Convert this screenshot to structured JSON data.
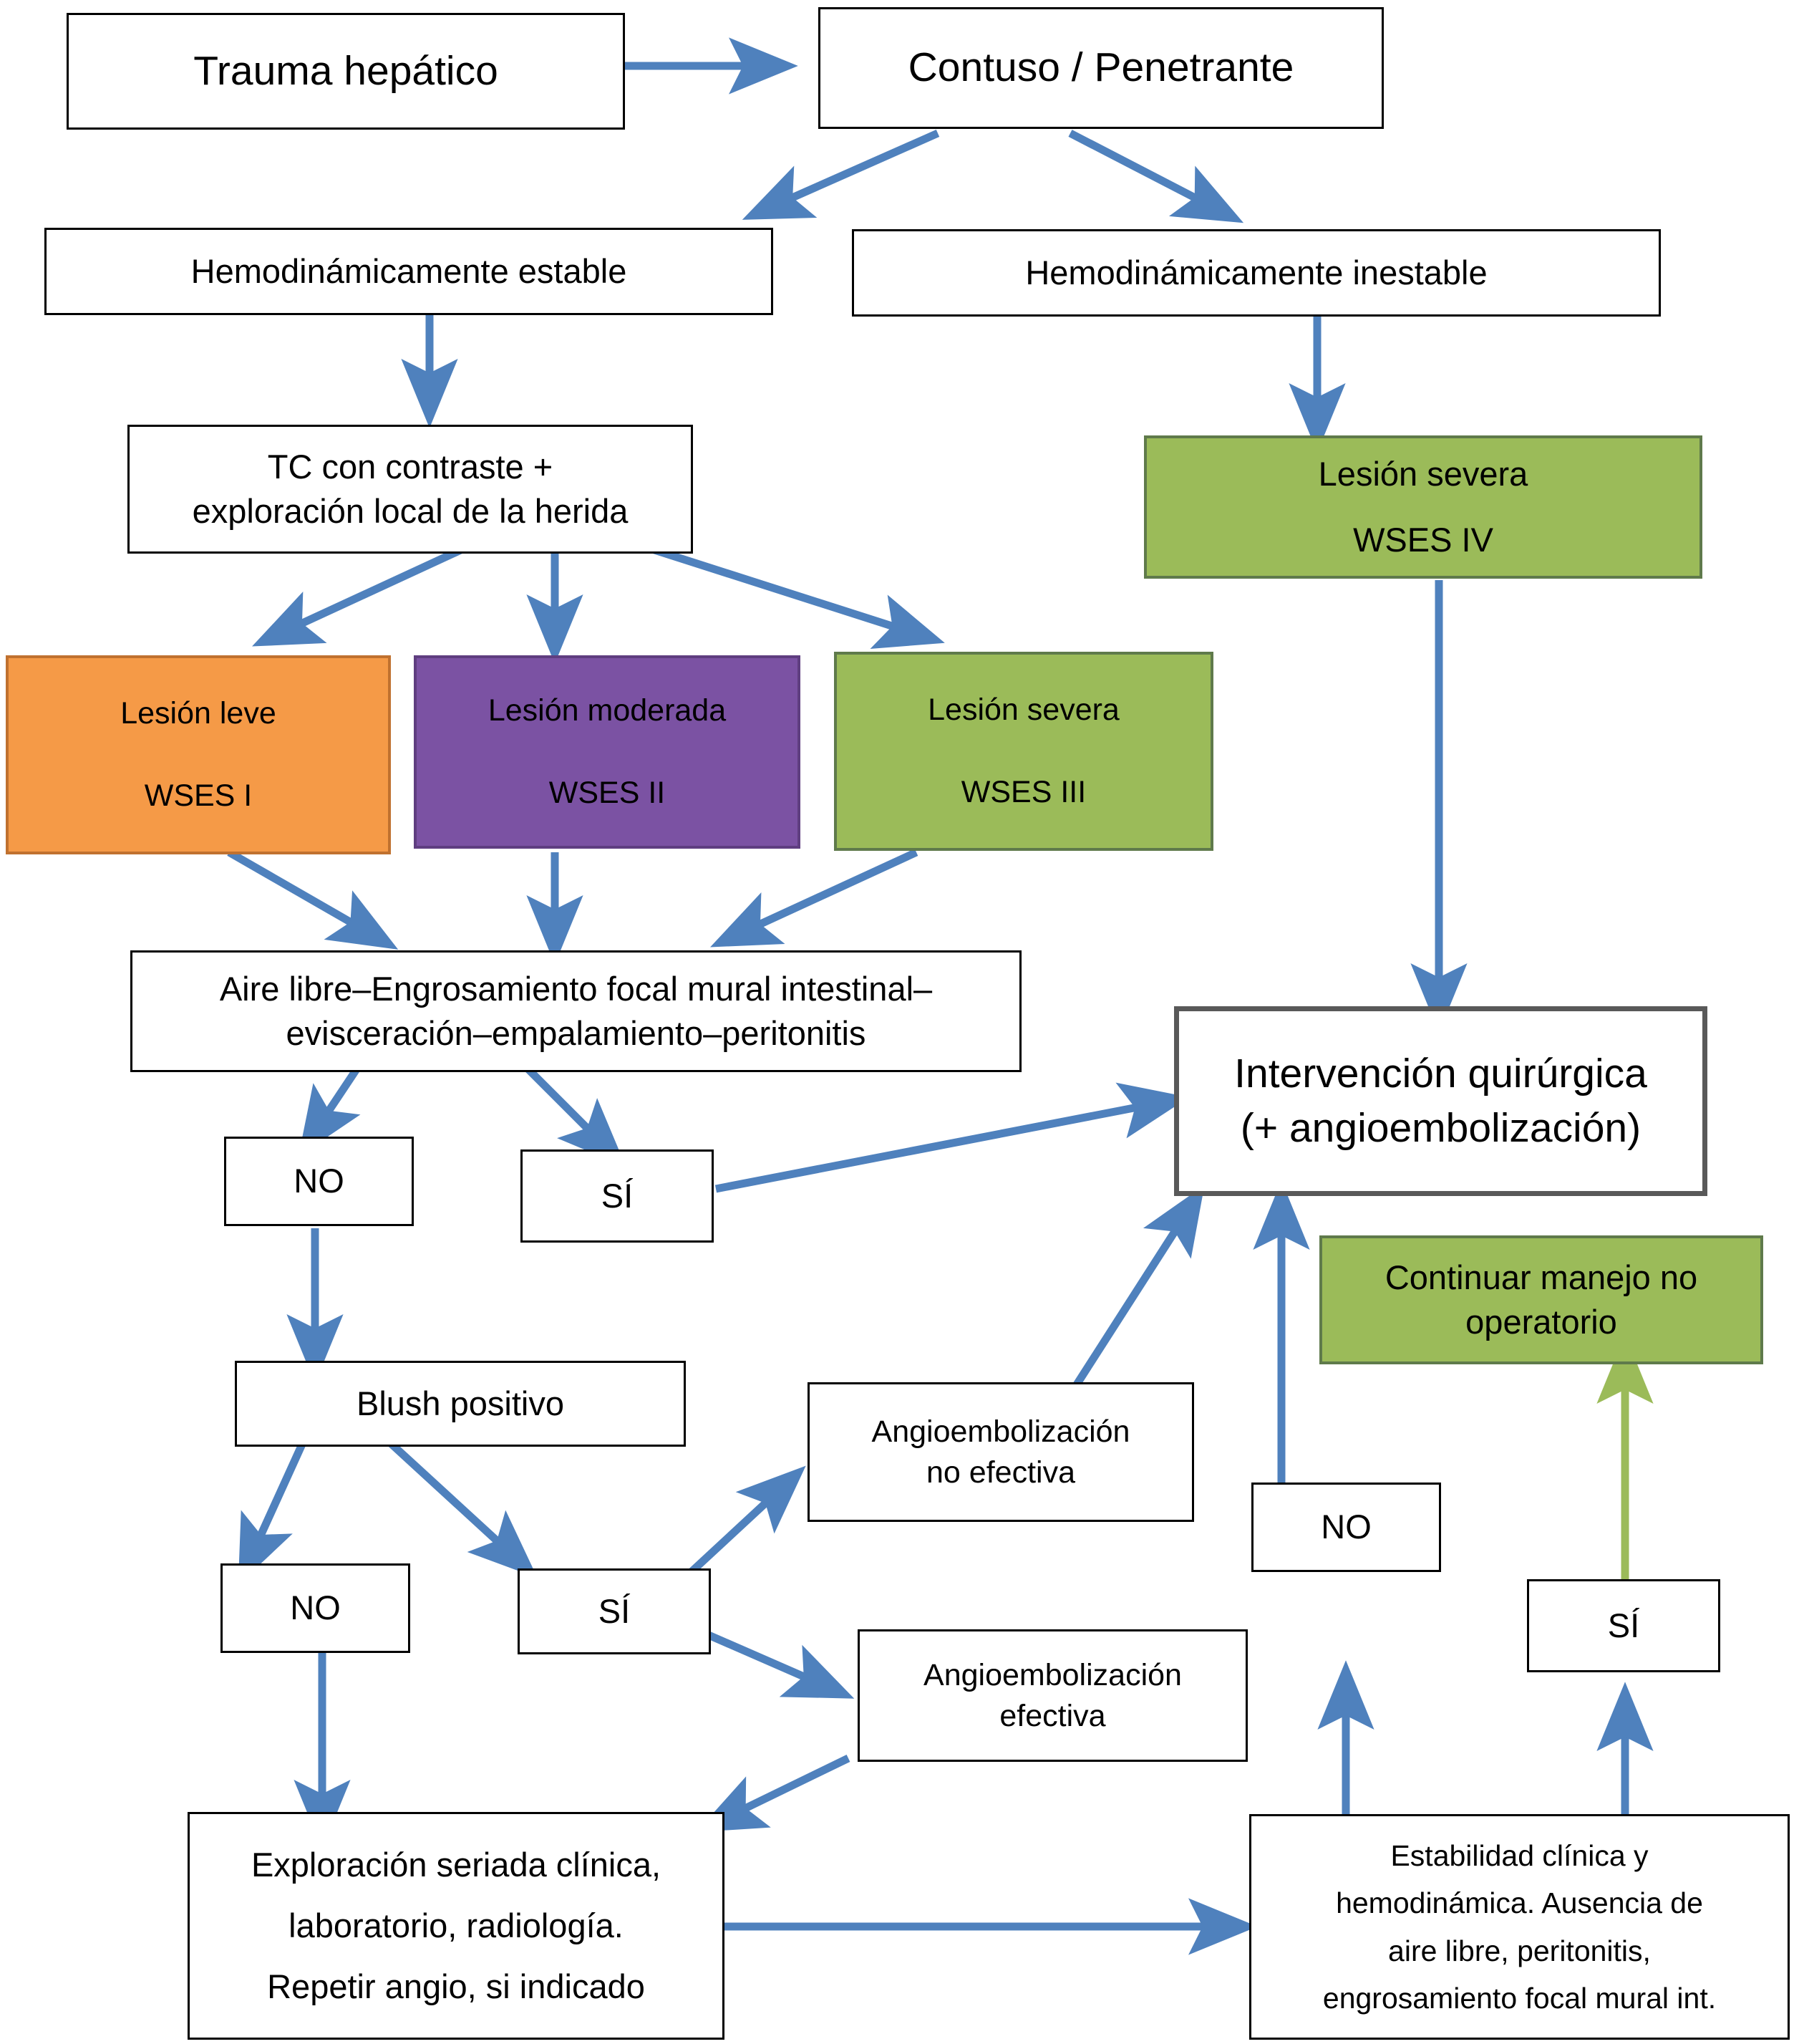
{
  "diagram": {
    "title": "Algoritmo de manejo del trauma hepático (WSES)",
    "colors": {
      "arrow_blue": "#4F81BD",
      "arrow_green": "#9BBB59",
      "box_orange": "#F59A47",
      "box_purple": "#7B52A3",
      "box_green": "#9BBB59",
      "box_border_black": "#000000",
      "box_border_gray": "#595959"
    },
    "nodes": {
      "trauma_hepatico": {
        "label": "Trauma hepático"
      },
      "contuso_penetrante": {
        "label": "Contuso / Penetrante"
      },
      "hemo_estable": {
        "label": "Hemodinámicamente estable"
      },
      "hemo_inestable": {
        "label": "Hemodinámicamente inestable"
      },
      "tc_contraste": {
        "line1": "TC con contraste +",
        "line2": "exploración local de la herida"
      },
      "lesion_severa_iv": {
        "line1": "Lesión severa",
        "line2": "WSES IV"
      },
      "lesion_leve_i": {
        "line1": "Lesión leve",
        "line2": "WSES I"
      },
      "lesion_moderada_ii": {
        "line1": "Lesión moderada",
        "line2": "WSES II"
      },
      "lesion_severa_iii": {
        "line1": "Lesión severa",
        "line2": "WSES III"
      },
      "aire_libre": {
        "line1": "Aire libre–Engrosamiento focal mural intestinal–",
        "line2": "evisceración–empalamiento–peritonitis"
      },
      "aire_no": {
        "label": "NO"
      },
      "aire_si": {
        "label": "SÍ"
      },
      "intervencion": {
        "line1": "Intervención quirúrgica",
        "line2": "(+ angioembolización)"
      },
      "continuar_mno": {
        "line1": "Continuar manejo no",
        "line2": "operatorio"
      },
      "blush_positivo": {
        "label": "Blush positivo"
      },
      "blush_no": {
        "label": "NO"
      },
      "blush_si": {
        "label": "SÍ"
      },
      "angio_no_efectiva": {
        "line1": "Angioembolización",
        "line2": "no efectiva"
      },
      "angio_efectiva": {
        "line1": "Angioembolización",
        "line2": "efectiva"
      },
      "estab_no": {
        "label": "NO"
      },
      "estab_si": {
        "label": "SÍ"
      },
      "exploracion_seriada": {
        "line1": "Exploración seriada clínica,",
        "line2": "laboratorio, radiología.",
        "line3": "Repetir angio, si indicado"
      },
      "estabilidad": {
        "line1": "Estabilidad clínica y",
        "line2": "hemodinámica. Ausencia de",
        "line3": "aire libre, peritonitis,",
        "line4": "engrosamiento focal mural int."
      }
    },
    "edges": [
      {
        "from": "trauma_hepatico",
        "to": "contuso_penetrante",
        "color": "#4F81BD"
      },
      {
        "from": "contuso_penetrante",
        "to": "hemo_estable",
        "color": "#4F81BD"
      },
      {
        "from": "contuso_penetrante",
        "to": "hemo_inestable",
        "color": "#4F81BD"
      },
      {
        "from": "hemo_estable",
        "to": "tc_contraste",
        "color": "#4F81BD"
      },
      {
        "from": "hemo_inestable",
        "to": "lesion_severa_iv",
        "color": "#4F81BD"
      },
      {
        "from": "tc_contraste",
        "to": "lesion_leve_i",
        "color": "#4F81BD"
      },
      {
        "from": "tc_contraste",
        "to": "lesion_moderada_ii",
        "color": "#4F81BD"
      },
      {
        "from": "tc_contraste",
        "to": "lesion_severa_iii",
        "color": "#4F81BD"
      },
      {
        "from": "lesion_leve_i",
        "to": "aire_libre",
        "color": "#4F81BD"
      },
      {
        "from": "lesion_moderada_ii",
        "to": "aire_libre",
        "color": "#4F81BD"
      },
      {
        "from": "lesion_severa_iii",
        "to": "aire_libre",
        "color": "#4F81BD"
      },
      {
        "from": "lesion_severa_iv",
        "to": "intervencion",
        "color": "#4F81BD"
      },
      {
        "from": "aire_libre",
        "to": "aire_no",
        "color": "#4F81BD"
      },
      {
        "from": "aire_libre",
        "to": "aire_si",
        "color": "#4F81BD"
      },
      {
        "from": "aire_si",
        "to": "intervencion",
        "color": "#4F81BD"
      },
      {
        "from": "aire_no",
        "to": "blush_positivo",
        "color": "#4F81BD"
      },
      {
        "from": "blush_positivo",
        "to": "blush_no",
        "color": "#4F81BD"
      },
      {
        "from": "blush_positivo",
        "to": "blush_si",
        "color": "#4F81BD"
      },
      {
        "from": "blush_si",
        "to": "angio_no_efectiva",
        "color": "#4F81BD"
      },
      {
        "from": "blush_si",
        "to": "angio_efectiva",
        "color": "#4F81BD"
      },
      {
        "from": "angio_no_efectiva",
        "to": "intervencion",
        "color": "#4F81BD"
      },
      {
        "from": "angio_efectiva",
        "to": "exploracion_seriada",
        "color": "#4F81BD"
      },
      {
        "from": "blush_no",
        "to": "exploracion_seriada",
        "color": "#4F81BD"
      },
      {
        "from": "exploracion_seriada",
        "to": "estabilidad",
        "color": "#4F81BD"
      },
      {
        "from": "estabilidad",
        "to": "estab_no",
        "color": "#4F81BD"
      },
      {
        "from": "estabilidad",
        "to": "estab_si",
        "color": "#4F81BD"
      },
      {
        "from": "estab_no",
        "to": "intervencion",
        "color": "#4F81BD"
      },
      {
        "from": "estab_si",
        "to": "continuar_mno",
        "color": "#9BBB59"
      }
    ]
  }
}
